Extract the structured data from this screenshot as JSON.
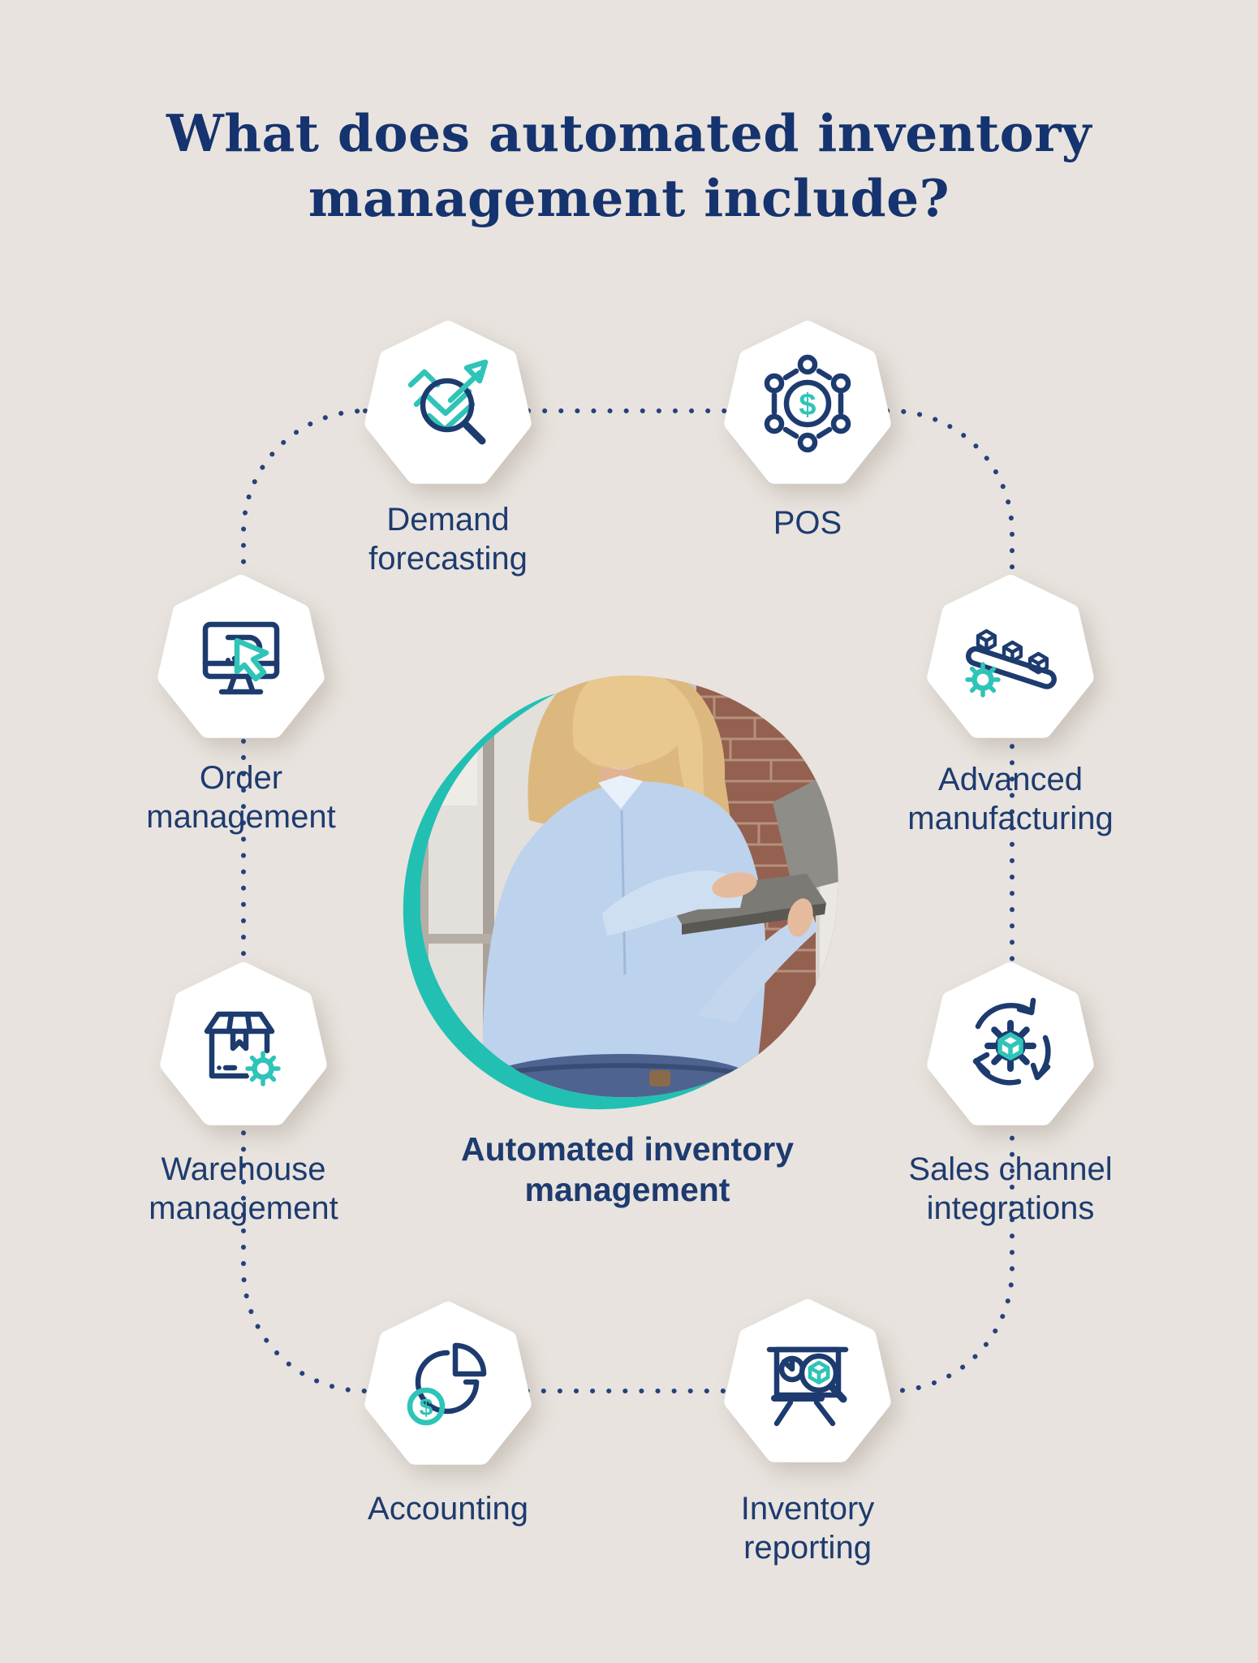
{
  "title": {
    "line1": "What does automated inventory",
    "line2": "management include?"
  },
  "center_label": "Automated inventory management",
  "colors": {
    "background": "#e8e3de",
    "navy": "#1d3b6f",
    "teal": "#2fc4b8",
    "title_navy": "#15336e",
    "dot_navy": "#24427c",
    "badge_fill": "#ffffff"
  },
  "nodes": [
    {
      "id": "demand-forecasting",
      "label": "Demand forecasting",
      "icon": "trend-magnifier-icon"
    },
    {
      "id": "pos",
      "label": "POS",
      "icon": "dollar-network-icon"
    },
    {
      "id": "order-management",
      "label": "Order management",
      "icon": "monitor-cursor-icon"
    },
    {
      "id": "advanced-manufacturing",
      "label": "Advanced manufacturing",
      "icon": "conveyor-cubes-gear-icon"
    },
    {
      "id": "warehouse-management",
      "label": "Warehouse management",
      "icon": "package-gear-icon"
    },
    {
      "id": "sales-channel-integrations",
      "label": "Sales channel integrations",
      "icon": "gear-cube-sync-icon"
    },
    {
      "id": "accounting",
      "label": "Accounting",
      "icon": "pie-chart-dollar-icon"
    },
    {
      "id": "inventory-reporting",
      "label": "Inventory reporting",
      "icon": "report-magnifier-cube-icon"
    }
  ]
}
